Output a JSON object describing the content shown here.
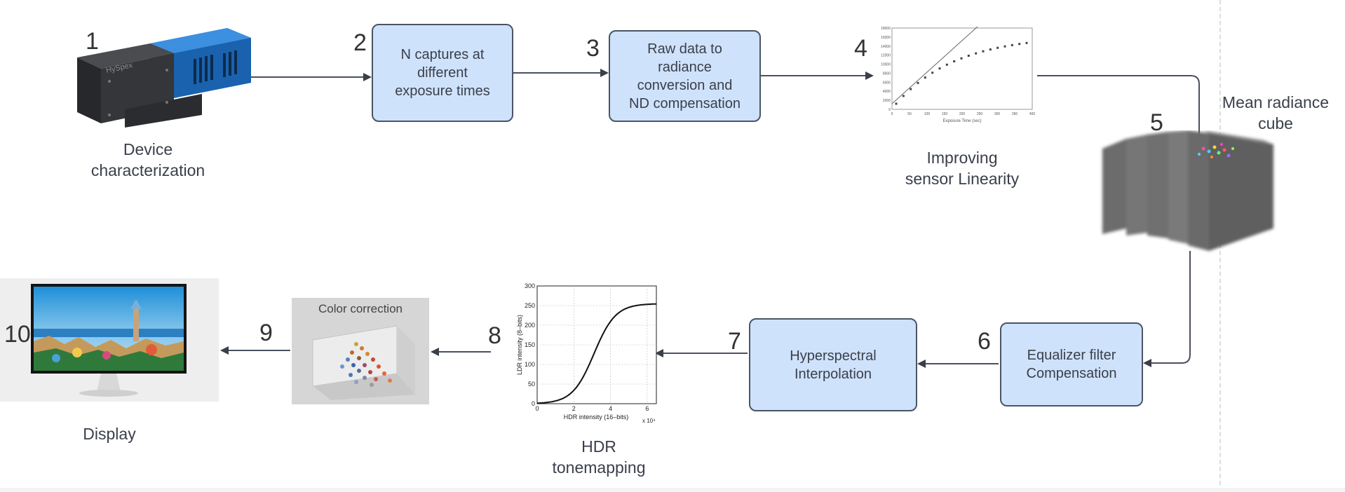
{
  "steps": [
    {
      "num": "1",
      "caption": "Device\ncharacterization"
    },
    {
      "num": "2",
      "label": "N captures at\ndifferent\nexposure times"
    },
    {
      "num": "3",
      "label": "Raw data to\nradiance\nconversion  and\nND compensation"
    },
    {
      "num": "4",
      "caption": "Improving\nsensor Linearity"
    },
    {
      "num": "5",
      "caption": "Mean radiance\ncube"
    },
    {
      "num": "6",
      "label": "Equalizer filter\nCompensation"
    },
    {
      "num": "7",
      "label": "Hyperspectral\nInterpolation"
    },
    {
      "num": "8",
      "caption": "HDR\ntonemapping"
    },
    {
      "num": "9",
      "panel_title": "Color correction"
    },
    {
      "num": "10",
      "caption": "Display"
    }
  ],
  "linearity_plot": {
    "xlabel": "Exposure Time (sec)",
    "xticks": [
      "0",
      "50",
      "100",
      "150",
      "200",
      "250",
      "300",
      "350",
      "400"
    ],
    "yticks": [
      "0",
      "2000",
      "4000",
      "6000",
      "8000",
      "10000",
      "12000",
      "14000",
      "16000",
      "18000"
    ]
  },
  "tonemap_plot": {
    "xlabel": "HDR intensity (16–bits)",
    "ylabel": "LDR intensity (8–bits)",
    "xticks": [
      "0",
      "2",
      "4",
      "6"
    ],
    "yticks": [
      "0",
      "50",
      "100",
      "150",
      "200",
      "250",
      "300"
    ],
    "xscale": "x 10⁴"
  },
  "camera_brand": "HySpex"
}
